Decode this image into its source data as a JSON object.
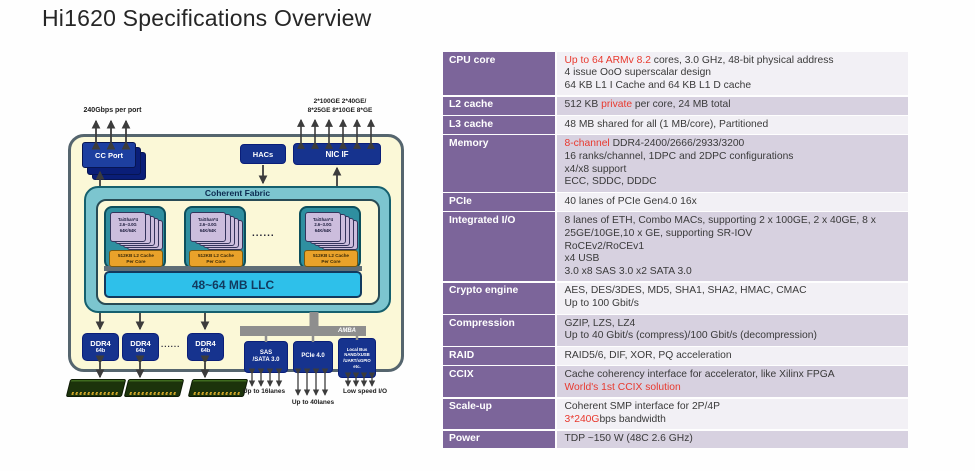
{
  "slide": {
    "title": "Hi1620 Specifications Overview"
  },
  "diagram": {
    "port_label": "240Gbps per port",
    "ge_label_line1": "2*100GE 2*40GE/",
    "ge_label_line2": "8*25GE 8*10GE 8*GE",
    "cc_port_label": "CC Port",
    "hacs_label": "HACs",
    "nic_if_label": "NIC IF",
    "fabric_label": "Coherent Fabric",
    "cluster_card_line1": "TaiShan*4",
    "cluster_card_line2": "2.6~3.0G",
    "cluster_card_line3": "64K/64K",
    "cluster_l2_line1": "512KB L2 Cache",
    "cluster_l2_line2": "Per Core",
    "cluster_ellipsis": "......",
    "llc_label": "48~64 MB LLC",
    "ddr_label": "DDR4",
    "ddr_width": "64b",
    "ddr_ellipsis": "......",
    "amba_label": "AMBA",
    "sas_line1": "SAS",
    "sas_line2": "/SATA 3.0",
    "pcie_label": "PCIe 4.0",
    "localbus_lines": [
      "Local Bus",
      "NAND/XUSB",
      "/UART/xGPIO",
      "etc."
    ],
    "sas_lanes_label": "Up to 16lanes",
    "pcie_lanes_label": "Up to 40lanes",
    "low_speed_label": "Low speed I/O"
  },
  "spec_table": {
    "rows": [
      {
        "label": "CPU core",
        "lines": [
          [
            {
              "t": "Up to 64 ARMv 8.2",
              "red": true
            },
            {
              "t": " cores, 3.0 GHz, 48-bit physical address"
            }
          ],
          [
            {
              "t": "4 issue OoO superscalar design"
            }
          ],
          [
            {
              "t": "64 KB L1 I Cache and 64 KB L1 D cache"
            }
          ]
        ]
      },
      {
        "label": "L2 cache",
        "lines": [
          [
            {
              "t": "512 KB "
            },
            {
              "t": "private",
              "red": true
            },
            {
              "t": " per core, 24 MB total"
            }
          ]
        ]
      },
      {
        "label": "L3 cache",
        "lines": [
          [
            {
              "t": "48 MB shared for all (1 MB/core), Partitioned"
            }
          ]
        ]
      },
      {
        "label": "Memory",
        "lines": [
          [
            {
              "t": "8-channel",
              "red": true
            },
            {
              "t": " DDR4-2400/2666/2933/3200"
            }
          ],
          [
            {
              "t": "16 ranks/channel, 1DPC and 2DPC configurations"
            }
          ],
          [
            {
              "t": "x4/x8 support"
            }
          ],
          [
            {
              "t": "ECC, SDDC, DDDC"
            }
          ]
        ]
      },
      {
        "label": "PCIe",
        "lines": [
          [
            {
              "t": "40 lanes of PCIe Gen4.0 16x"
            }
          ]
        ]
      },
      {
        "label": "Integrated I/O",
        "lines": [
          [
            {
              "t": "8 lanes of ETH, Combo MACs, supporting 2 x 100GE, 2 x 40GE, 8 x"
            }
          ],
          [
            {
              "t": "25GE/10GE,10 x GE, supporting SR-IOV"
            }
          ],
          [
            {
              "t": "RoCEv2/RoCEv1"
            }
          ],
          [
            {
              "t": "x4 USB"
            }
          ],
          [
            {
              "t": "3.0 x8 SAS 3.0 x2 SATA 3.0"
            }
          ]
        ]
      },
      {
        "label": "Crypto engine",
        "lines": [
          [
            {
              "t": "AES, DES/3DES, MD5, SHA1, SHA2, HMAC, CMAC"
            }
          ],
          [
            {
              "t": "Up to 100 Gbit/s"
            }
          ]
        ]
      },
      {
        "label": "Compression",
        "lines": [
          [
            {
              "t": "GZIP, LZS, LZ4"
            }
          ],
          [
            {
              "t": "Up to 40 Gbit/s (compress)/100 Gbit/s (decompression)"
            }
          ]
        ]
      },
      {
        "label": "RAID",
        "lines": [
          [
            {
              "t": "RAID5/6, DIF, XOR, PQ acceleration"
            }
          ]
        ]
      },
      {
        "label": "CCIX",
        "lines": [
          [
            {
              "t": "Cache coherency interface for accelerator, like Xilinx FPGA"
            }
          ],
          [
            {
              "t": "World's 1st CCIX solution",
              "red": true
            }
          ]
        ]
      },
      {
        "label": "Scale-up",
        "lines": [
          [
            {
              "t": "Coherent SMP interface for 2P/4P"
            }
          ],
          [
            {
              "t": "3*240G",
              "red": true
            },
            {
              "t": "bps bandwidth"
            }
          ]
        ]
      },
      {
        "label": "Power",
        "lines": [
          [
            {
              "t": "TDP ~150 W (48C 2.6 GHz)"
            }
          ]
        ]
      }
    ]
  },
  "colors": {
    "accent_red": "#e8392e",
    "table_label_bg": "#7c659a",
    "row_alt_bg": "#d7d1e0",
    "row_bg": "#f2f0f5",
    "box_blue": "#16338e",
    "fabric_teal": "#7cc5cf",
    "cluster_teal": "#2f8fa0",
    "llc_cyan": "#2ec0ea",
    "l2_orange": "#e9a22a",
    "chip_yellow": "#fbf8d7"
  }
}
